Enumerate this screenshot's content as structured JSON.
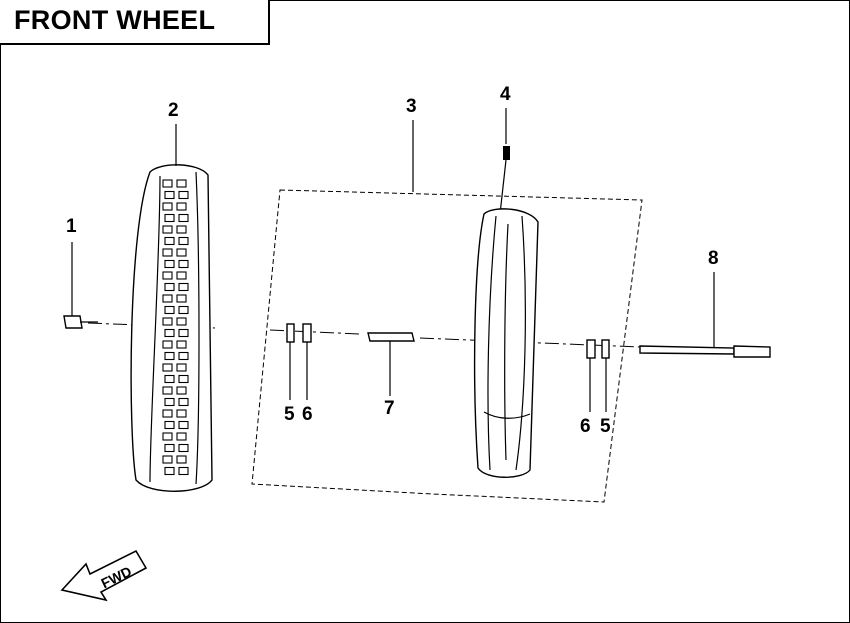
{
  "title": "FRONT WHEEL",
  "callouts": [
    "1",
    "2",
    "3",
    "4",
    "5",
    "6",
    "7",
    "6",
    "5",
    "8"
  ],
  "fwd_label": "FWD",
  "colors": {
    "line": "#000000",
    "background": "#ffffff"
  }
}
